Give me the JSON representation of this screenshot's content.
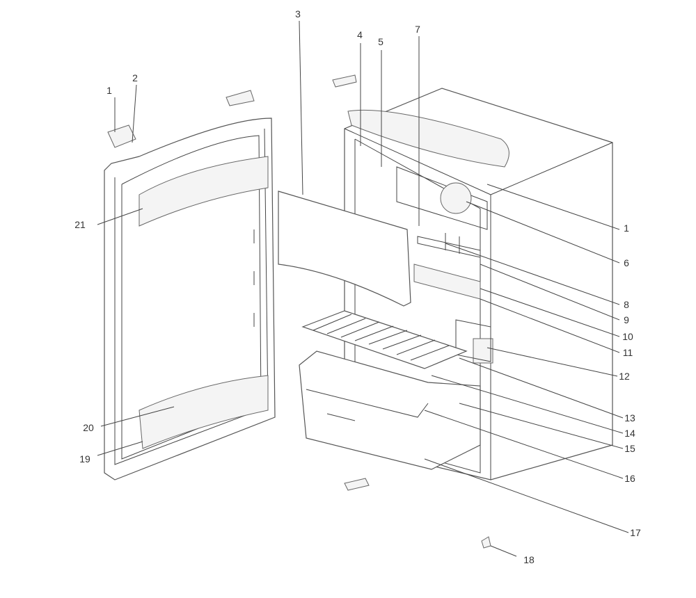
{
  "diagram": {
    "type": "exploded-parts-view",
    "callouts": [
      {
        "id": "c1a",
        "text": "1"
      },
      {
        "id": "c2",
        "text": "2"
      },
      {
        "id": "c3",
        "text": "3"
      },
      {
        "id": "c4",
        "text": "4"
      },
      {
        "id": "c5",
        "text": "5"
      },
      {
        "id": "c7",
        "text": "7"
      },
      {
        "id": "c1b",
        "text": "1"
      },
      {
        "id": "c6",
        "text": "6"
      },
      {
        "id": "c8",
        "text": "8"
      },
      {
        "id": "c9",
        "text": "9"
      },
      {
        "id": "c10",
        "text": "10"
      },
      {
        "id": "c11",
        "text": "11"
      },
      {
        "id": "c12",
        "text": "12"
      },
      {
        "id": "c13",
        "text": "13"
      },
      {
        "id": "c14",
        "text": "14"
      },
      {
        "id": "c15",
        "text": "15"
      },
      {
        "id": "c16",
        "text": "16"
      },
      {
        "id": "c17",
        "text": "17"
      },
      {
        "id": "c18",
        "text": "18"
      },
      {
        "id": "c19",
        "text": "19"
      },
      {
        "id": "c20",
        "text": "20"
      },
      {
        "id": "c21",
        "text": "21"
      }
    ]
  }
}
